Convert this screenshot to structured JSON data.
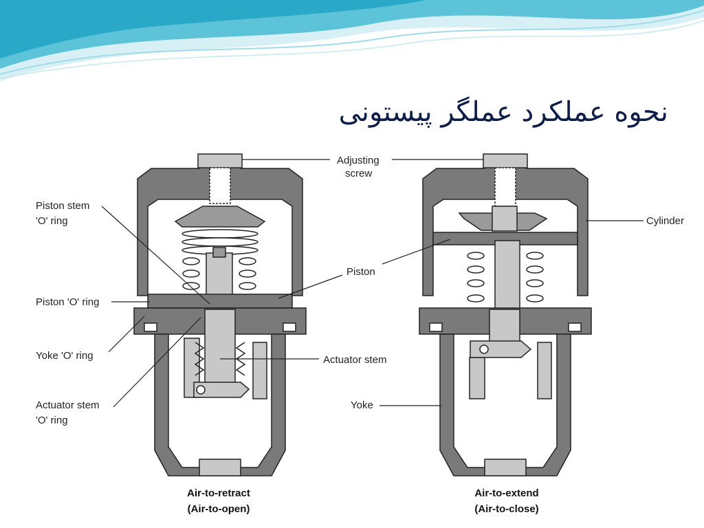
{
  "slide": {
    "title": "نحوه عملکرد عملگر پیستونی"
  },
  "diagram": {
    "labels": {
      "adjusting_screw_1": "Adjusting",
      "adjusting_screw_2": "screw",
      "cylinder": "Cylinder",
      "piston": "Piston",
      "piston_stem_o_ring_1": "Piston stem",
      "piston_stem_o_ring_2": "'O' ring",
      "piston_o_ring": "Piston 'O' ring",
      "yoke_o_ring": "Yoke 'O' ring",
      "actuator_stem": "Actuator stem",
      "actuator_stem_o_ring_1": "Actuator stem",
      "actuator_stem_o_ring_2": "'O' ring",
      "yoke": "Yoke"
    },
    "captions": {
      "left_1": "Air-to-retract",
      "left_2": "(Air-to-open)",
      "right_1": "Air-to-extend",
      "right_2": "(Air-to-close)"
    }
  },
  "colors": {
    "background": "#ffffff",
    "wave_teal": "#3fb6cf",
    "wave_light": "#a8e0ec",
    "title": "#0e1e4a",
    "body_dark": "#7a7a7a",
    "body_light": "#c8c8c8",
    "outline": "#222222"
  }
}
